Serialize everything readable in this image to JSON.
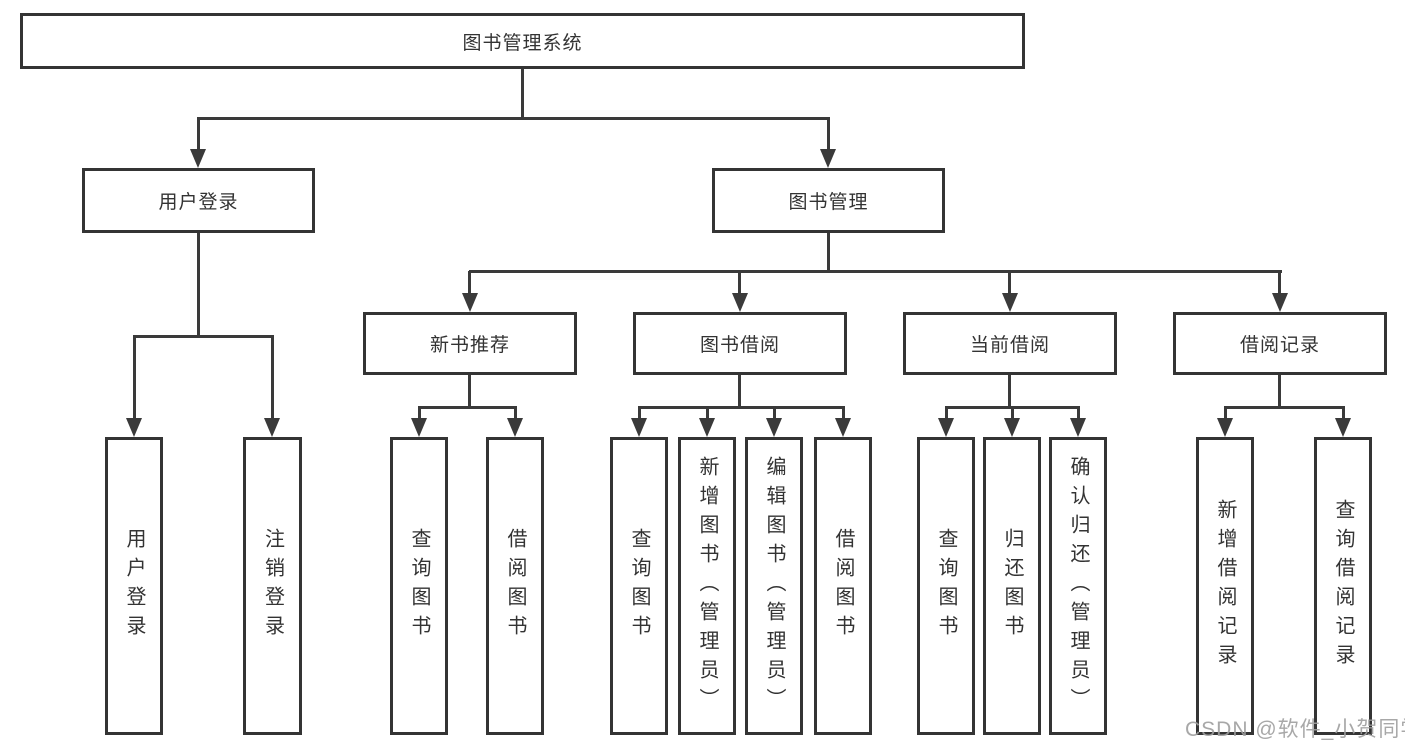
{
  "diagram": {
    "nodes": {
      "root": "图书管理系统",
      "user_login": "用户登录",
      "book_mgmt": "图书管理",
      "login": "用户登录",
      "logout": "注销登录",
      "new_book_rec": "新书推荐",
      "book_borrow": "图书借阅",
      "current_borrow": "当前借阅",
      "borrow_record": "借阅记录",
      "nb_query": "查询图书",
      "nb_borrow": "借阅图书",
      "bb_query": "查询图书",
      "bb_add": "新增图书（管理员）",
      "bb_edit": "编辑图书（管理员）",
      "bb_borrow": "借阅图书",
      "cb_query": "查询图书",
      "cb_return": "归还图书",
      "cb_confirm": "确认归还（管理员）",
      "br_add": "新增借阅记录",
      "br_query": "查询借阅记录"
    },
    "tree": {
      "图书管理系统": {
        "用户登录": [
          "用户登录",
          "注销登录"
        ],
        "图书管理": {
          "新书推荐": [
            "查询图书",
            "借阅图书"
          ],
          "图书借阅": [
            "查询图书",
            "新增图书（管理员）",
            "编辑图书（管理员）",
            "借阅图书"
          ],
          "当前借阅": [
            "查询图书",
            "归还图书",
            "确认归还（管理员）"
          ],
          "借阅记录": [
            "新增借阅记录",
            "查询借阅记录"
          ]
        }
      }
    },
    "colors": {
      "background": "#ffffff",
      "line": "#3a3a3a",
      "box_border": "#343434",
      "text": "#333333",
      "watermark": "#9e9e9e"
    }
  },
  "watermark": "CSDN @软件_小贺同学"
}
